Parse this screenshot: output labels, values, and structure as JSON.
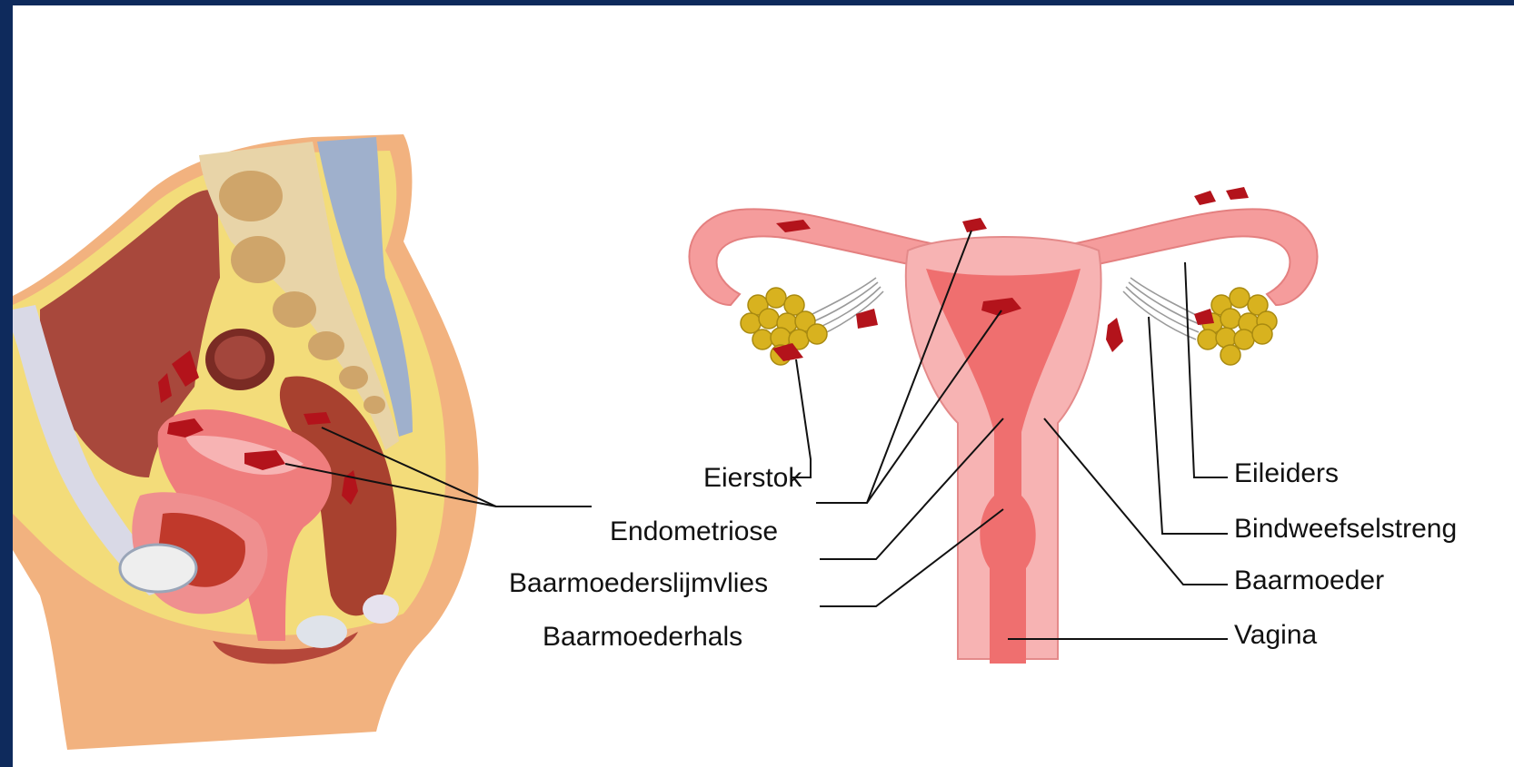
{
  "diagram": {
    "labels": {
      "ovary": "Eierstok",
      "endometriosis": "Endometriose",
      "endometrium": "Baarmoederslijmvlies",
      "cervix": "Baarmoederhals",
      "fallopian_tubes": "Eileiders",
      "ligament": "Bindweefselstreng",
      "uterus": "Baarmoeder",
      "vagina": "Vagina"
    }
  },
  "colors": {
    "border": "#0e2a5c",
    "background": "#ffffff",
    "tissue_light": "#f7b3b3",
    "tissue_mid": "#ef7d7d",
    "lesion": "#b3131b",
    "ovary": "#d8b21f",
    "skin": "#f2b27f",
    "fat": "#f3dc7a",
    "bone": "#e8d4a8"
  }
}
